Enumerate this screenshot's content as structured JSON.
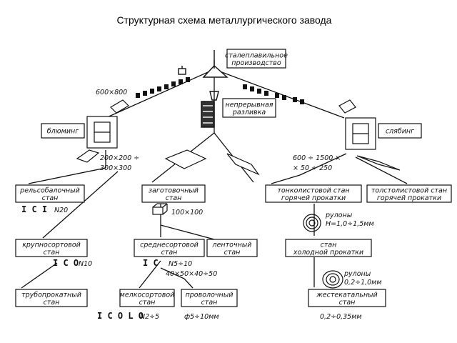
{
  "title": "Структурная схема металлургического завода",
  "nodes": {
    "steelmaking": [
      "сталеплавильное",
      "производство"
    ],
    "continuous_casting": [
      "непрерывная",
      "разливка"
    ],
    "blooming": [
      "блюминг"
    ],
    "slabbing": [
      "слябинг"
    ],
    "rail_beam_mill": [
      "рельсобалочный",
      "стан"
    ],
    "billet_mill": [
      "заготовочный",
      "стан"
    ],
    "thin_sheet_hot": [
      "тонколистовой стан",
      "горячей прокатки"
    ],
    "thick_sheet_hot": [
      "толстолистовой стан",
      "горячей прокатки"
    ],
    "large_section_mill": [
      "крупносортовой",
      "стан"
    ],
    "medium_section_mill": [
      "среднесортовой",
      "стан"
    ],
    "strip_mill": [
      "ленточный",
      "стан"
    ],
    "cold_rolling_mill": [
      "стан",
      "холодной прокатки"
    ],
    "pipe_mill": [
      "трубопрокатный",
      "стан"
    ],
    "small_section_mill": [
      "мелкосортовой",
      "стан"
    ],
    "wire_mill": [
      "проволочный",
      "стан"
    ],
    "tinplate_mill": [
      "жестекатальный",
      "стан"
    ]
  },
  "labels": {
    "ingot_size": "600×800",
    "bloom_size": [
      "200×200 ÷",
      "300×300"
    ],
    "slab_size": [
      "600 ÷ 1500 ×",
      "× 50 ÷ 250"
    ],
    "billet_size": "100×100",
    "rail_no": "N20",
    "large_section_no": "N10",
    "medium_section_no": [
      "N5÷10",
      "40×50×40÷50"
    ],
    "small_section_no": "N2÷5",
    "wire_diameter": "ф5÷10мм",
    "hot_rolls": [
      "рулоны",
      "H=1,0÷1,5мм"
    ],
    "cold_rolls": [
      "рулоны",
      "0,2÷1,0мм"
    ],
    "tinplate_thickness": "0,2÷0,35мм"
  },
  "symbols": {
    "rail_profiles": "I C I",
    "large_profiles": "I C O",
    "medium_profiles": "I C",
    "small_profiles": "I C O L O"
  }
}
